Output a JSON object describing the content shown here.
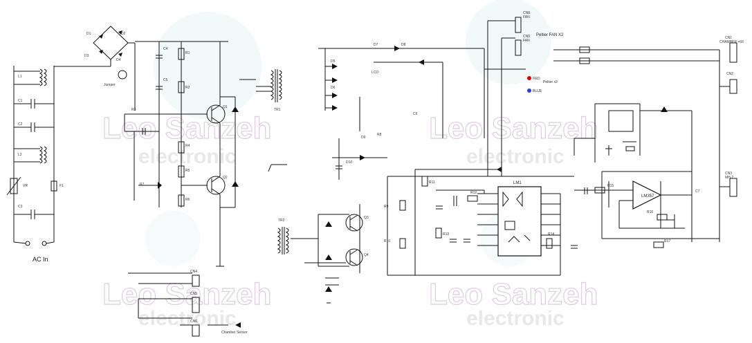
{
  "watermark": {
    "brand_line1": "Leo Sanzeh",
    "brand_line2": "electronic",
    "color_outline": "#d9c2dc",
    "color_fill": "#e4e4e4"
  },
  "input": {
    "label": "AC In"
  },
  "fans": {
    "fan1_label": "CN8",
    "fan1_sub": "FAN",
    "fan2_label": "CN9",
    "fan2_sub": "FAN",
    "peltier_label": "Peltier FAN X2"
  },
  "connectors": {
    "c1": "CN1",
    "c1_sub": "CHAMBER +66",
    "c2": "CN2",
    "c3": "CN3",
    "c3_sub": "MH-2",
    "c_bottom1": "CN4",
    "c_bottom2": "CN5",
    "c_bottom3": "CN6"
  },
  "chips": {
    "u1": "LM1",
    "u2": "LM357"
  },
  "leds": {
    "led1": "RED",
    "led2": "BLUE",
    "peltier_led_label": "Peltier x2"
  },
  "sensor": {
    "label": "Chamber Sensor"
  },
  "colors": {
    "led_red": "#dd0000",
    "led_blue": "#2a3fd6",
    "wire": "#111111"
  }
}
